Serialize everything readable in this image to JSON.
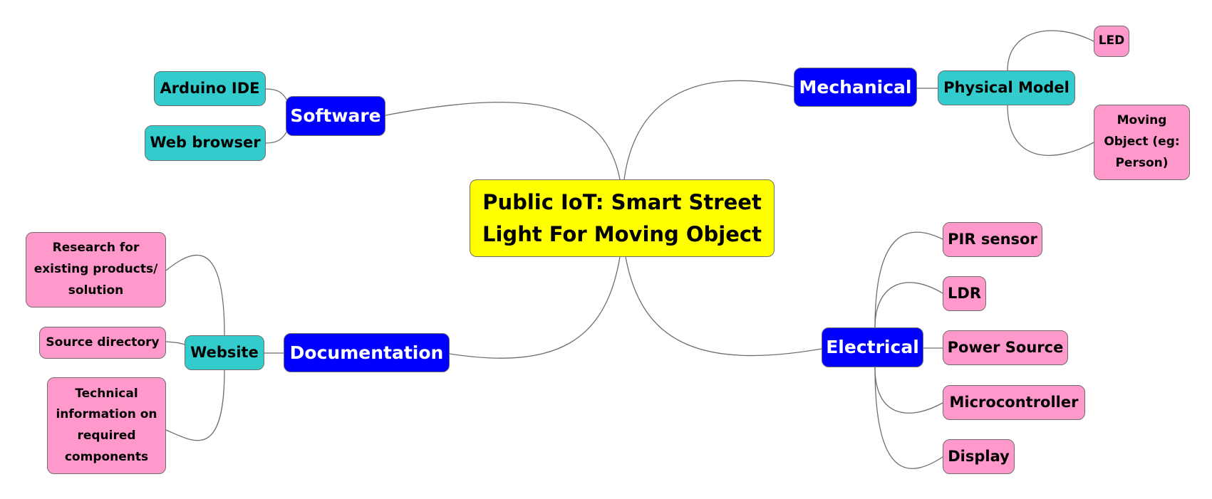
{
  "root": {
    "label_line1": "Public IoT: Smart Street",
    "label_line2": "Light For Moving Object"
  },
  "software": {
    "label": "Software",
    "children": [
      "Arduino IDE",
      "Web browser"
    ]
  },
  "mechanical": {
    "label": "Mechanical",
    "child": {
      "label": "Physical Model",
      "children": [
        "LED",
        "Moving Object (eg: Person)"
      ]
    }
  },
  "electrical": {
    "label": "Electrical",
    "children": [
      "PIR sensor",
      "LDR",
      "Power Source",
      "Microcontroller",
      "Display"
    ]
  },
  "documentation": {
    "label": "Documentation",
    "child": {
      "label": "Website",
      "children": [
        "Research for existing products/ solution",
        "Source directory",
        "Technical information on required components"
      ]
    }
  },
  "colors": {
    "root": "#ffff00",
    "main": "#0000ff",
    "sub": "#33cccc",
    "leaf": "#ff99cc",
    "edge": "#6e6e6e"
  }
}
